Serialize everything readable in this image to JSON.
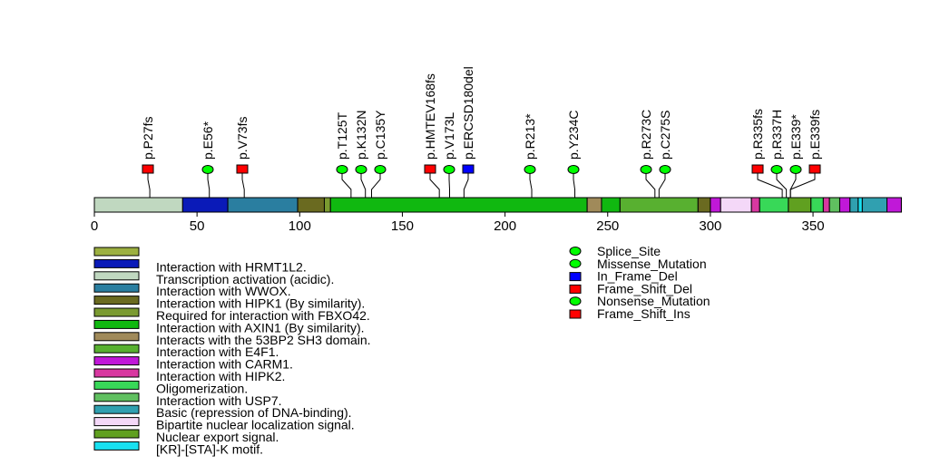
{
  "chart_data": {
    "type": "lollipop",
    "protein_length": 393,
    "axis": {
      "ticks": [
        0,
        50,
        100,
        150,
        200,
        250,
        300,
        350
      ],
      "tick_labels": [
        "0",
        "50",
        "100",
        "150",
        "200",
        "250",
        "300",
        "350"
      ]
    },
    "domains": [
      {
        "name": "Transcription activation (acidic).",
        "start": 1,
        "end": 43,
        "color": "#c0d8c0"
      },
      {
        "name": "Interaction with HRMT1L2.",
        "start": 43,
        "end": 65,
        "color": "#0a1ab8"
      },
      {
        "name": "Interaction with WWOX.",
        "start": 65,
        "end": 99,
        "color": "#2a7ea0"
      },
      {
        "name": "Interaction with HIPK1 (By similarity).",
        "start": 99,
        "end": 112,
        "color": "#6a6a20"
      },
      {
        "name": "Required for interaction with FBXO42.",
        "start": 112,
        "end": 115,
        "color": "#7a9a30"
      },
      {
        "name": "Interaction with AXIN1 (By similarity).",
        "start": 115,
        "end": 240,
        "color": "#10b810"
      },
      {
        "name": "Interacts with the 53BP2 SH3 domain.",
        "start": 240,
        "end": 247,
        "color": "#a08a5a"
      },
      {
        "name": "Interaction with AXIN1 (By similarity).",
        "start": 247,
        "end": 256,
        "color": "#10b810"
      },
      {
        "name": "Interaction with E4F1.",
        "start": 256,
        "end": 294,
        "color": "#58b030"
      },
      {
        "name": "Interaction with HIPK1 (By similarity).",
        "start": 294,
        "end": 300,
        "color": "#6a6a20"
      },
      {
        "name": "Interaction with CARM1.",
        "start": 300,
        "end": 305,
        "color": "#c018d8"
      },
      {
        "name": "Bipartite nuclear localization signal.",
        "start": 305,
        "end": 320,
        "color": "#f4d8f8"
      },
      {
        "name": "Interaction with HIPK2.",
        "start": 320,
        "end": 324,
        "color": "#d838a0"
      },
      {
        "name": "Oligomerization.",
        "start": 324,
        "end": 338,
        "color": "#38d858"
      },
      {
        "name": "Nuclear export signal.",
        "start": 338,
        "end": 349,
        "color": "#60a020"
      },
      {
        "name": "Oligomerization.",
        "start": 349,
        "end": 355,
        "color": "#38d858"
      },
      {
        "name": "Interaction with HIPK2.",
        "start": 355,
        "end": 358,
        "color": "#d838a0"
      },
      {
        "name": "Interaction with USP7.",
        "start": 358,
        "end": 363,
        "color": "#60c060"
      },
      {
        "name": "Interaction with CARM1.",
        "start": 363,
        "end": 368,
        "color": "#c018d8"
      },
      {
        "name": "Basic (repression of DNA-binding).",
        "start": 368,
        "end": 372,
        "color": "#30a0b0"
      },
      {
        "name": "[KR]-[STA]-K motif.",
        "start": 372,
        "end": 374,
        "color": "#18e0f0"
      },
      {
        "name": "Basic (repression of DNA-binding).",
        "start": 374,
        "end": 386,
        "color": "#30a0b0"
      },
      {
        "name": "Interaction with CARM1.",
        "start": 386,
        "end": 393,
        "color": "#c018d8"
      }
    ],
    "mutations": [
      {
        "label": "p.P27fs",
        "pos": 27,
        "type": "Frame_Shift_Del"
      },
      {
        "label": "p.E56*",
        "pos": 56,
        "type": "Nonsense_Mutation"
      },
      {
        "label": "p.V73fs",
        "pos": 73,
        "type": "Frame_Shift_Del"
      },
      {
        "label": "p.T125T",
        "pos": 125,
        "type": "Splice_Site"
      },
      {
        "label": "p.K132N",
        "pos": 132,
        "type": "Missense_Mutation"
      },
      {
        "label": "p.C135Y",
        "pos": 135,
        "type": "Missense_Mutation"
      },
      {
        "label": "p.HMTEV168fs",
        "pos": 168,
        "type": "Frame_Shift_Del"
      },
      {
        "label": "p.V173L",
        "pos": 173,
        "type": "Missense_Mutation"
      },
      {
        "label": "p.ERCSD180del",
        "pos": 180,
        "type": "In_Frame_Del"
      },
      {
        "label": "p.R213*",
        "pos": 213,
        "type": "Nonsense_Mutation"
      },
      {
        "label": "p.Y234C",
        "pos": 234,
        "type": "Missense_Mutation"
      },
      {
        "label": "p.R273C",
        "pos": 273,
        "type": "Missense_Mutation"
      },
      {
        "label": "p.C275S",
        "pos": 275,
        "type": "Missense_Mutation"
      },
      {
        "label": "p.R335fs",
        "pos": 335,
        "type": "Frame_Shift_Del"
      },
      {
        "label": "p.R337H",
        "pos": 337,
        "type": "Missense_Mutation"
      },
      {
        "label": "p.E339*",
        "pos": 339,
        "type": "Nonsense_Mutation"
      },
      {
        "label": "p.E339fs",
        "pos": 339,
        "type": "Frame_Shift_Ins"
      }
    ],
    "domain_legend": [
      {
        "name": "",
        "color": "#9cb040"
      },
      {
        "name": "Interaction with HRMT1L2.",
        "color": "#0a1ab8"
      },
      {
        "name": "Transcription activation (acidic).",
        "color": "#c0d8c0"
      },
      {
        "name": "Interaction with WWOX.",
        "color": "#2a7ea0"
      },
      {
        "name": "Interaction with HIPK1 (By similarity).",
        "color": "#6a6a20"
      },
      {
        "name": "Required for interaction with FBXO42.",
        "color": "#7a9a30"
      },
      {
        "name": "Interaction with AXIN1 (By similarity).",
        "color": "#10b810"
      },
      {
        "name": "Interacts with the 53BP2 SH3 domain.",
        "color": "#a08a5a"
      },
      {
        "name": "Interaction with E4F1.",
        "color": "#58b030"
      },
      {
        "name": "Interaction with CARM1.",
        "color": "#c018d8"
      },
      {
        "name": "Interaction with HIPK2.",
        "color": "#d838a0"
      },
      {
        "name": "Oligomerization.",
        "color": "#38d858"
      },
      {
        "name": "Interaction with USP7.",
        "color": "#60c060"
      },
      {
        "name": "Basic (repression of DNA-binding).",
        "color": "#30a0b0"
      },
      {
        "name": "Bipartite nuclear localization signal.",
        "color": "#f4d8f8"
      },
      {
        "name": "Nuclear export signal.",
        "color": "#60a020"
      },
      {
        "name": "[KR]-[STA]-K motif.",
        "color": "#18e0f0"
      }
    ],
    "mutation_legend": [
      {
        "name": "Splice_Site",
        "shape": "ellipse",
        "color": "#00ff00"
      },
      {
        "name": "Missense_Mutation",
        "shape": "ellipse",
        "color": "#00ff00"
      },
      {
        "name": "In_Frame_Del",
        "shape": "rect",
        "color": "#0000ff"
      },
      {
        "name": "Frame_Shift_Del",
        "shape": "rect",
        "color": "#ff0000"
      },
      {
        "name": "Nonsense_Mutation",
        "shape": "ellipse",
        "color": "#00ff00"
      },
      {
        "name": "Frame_Shift_Ins",
        "shape": "rect",
        "color": "#ff0000"
      }
    ]
  }
}
